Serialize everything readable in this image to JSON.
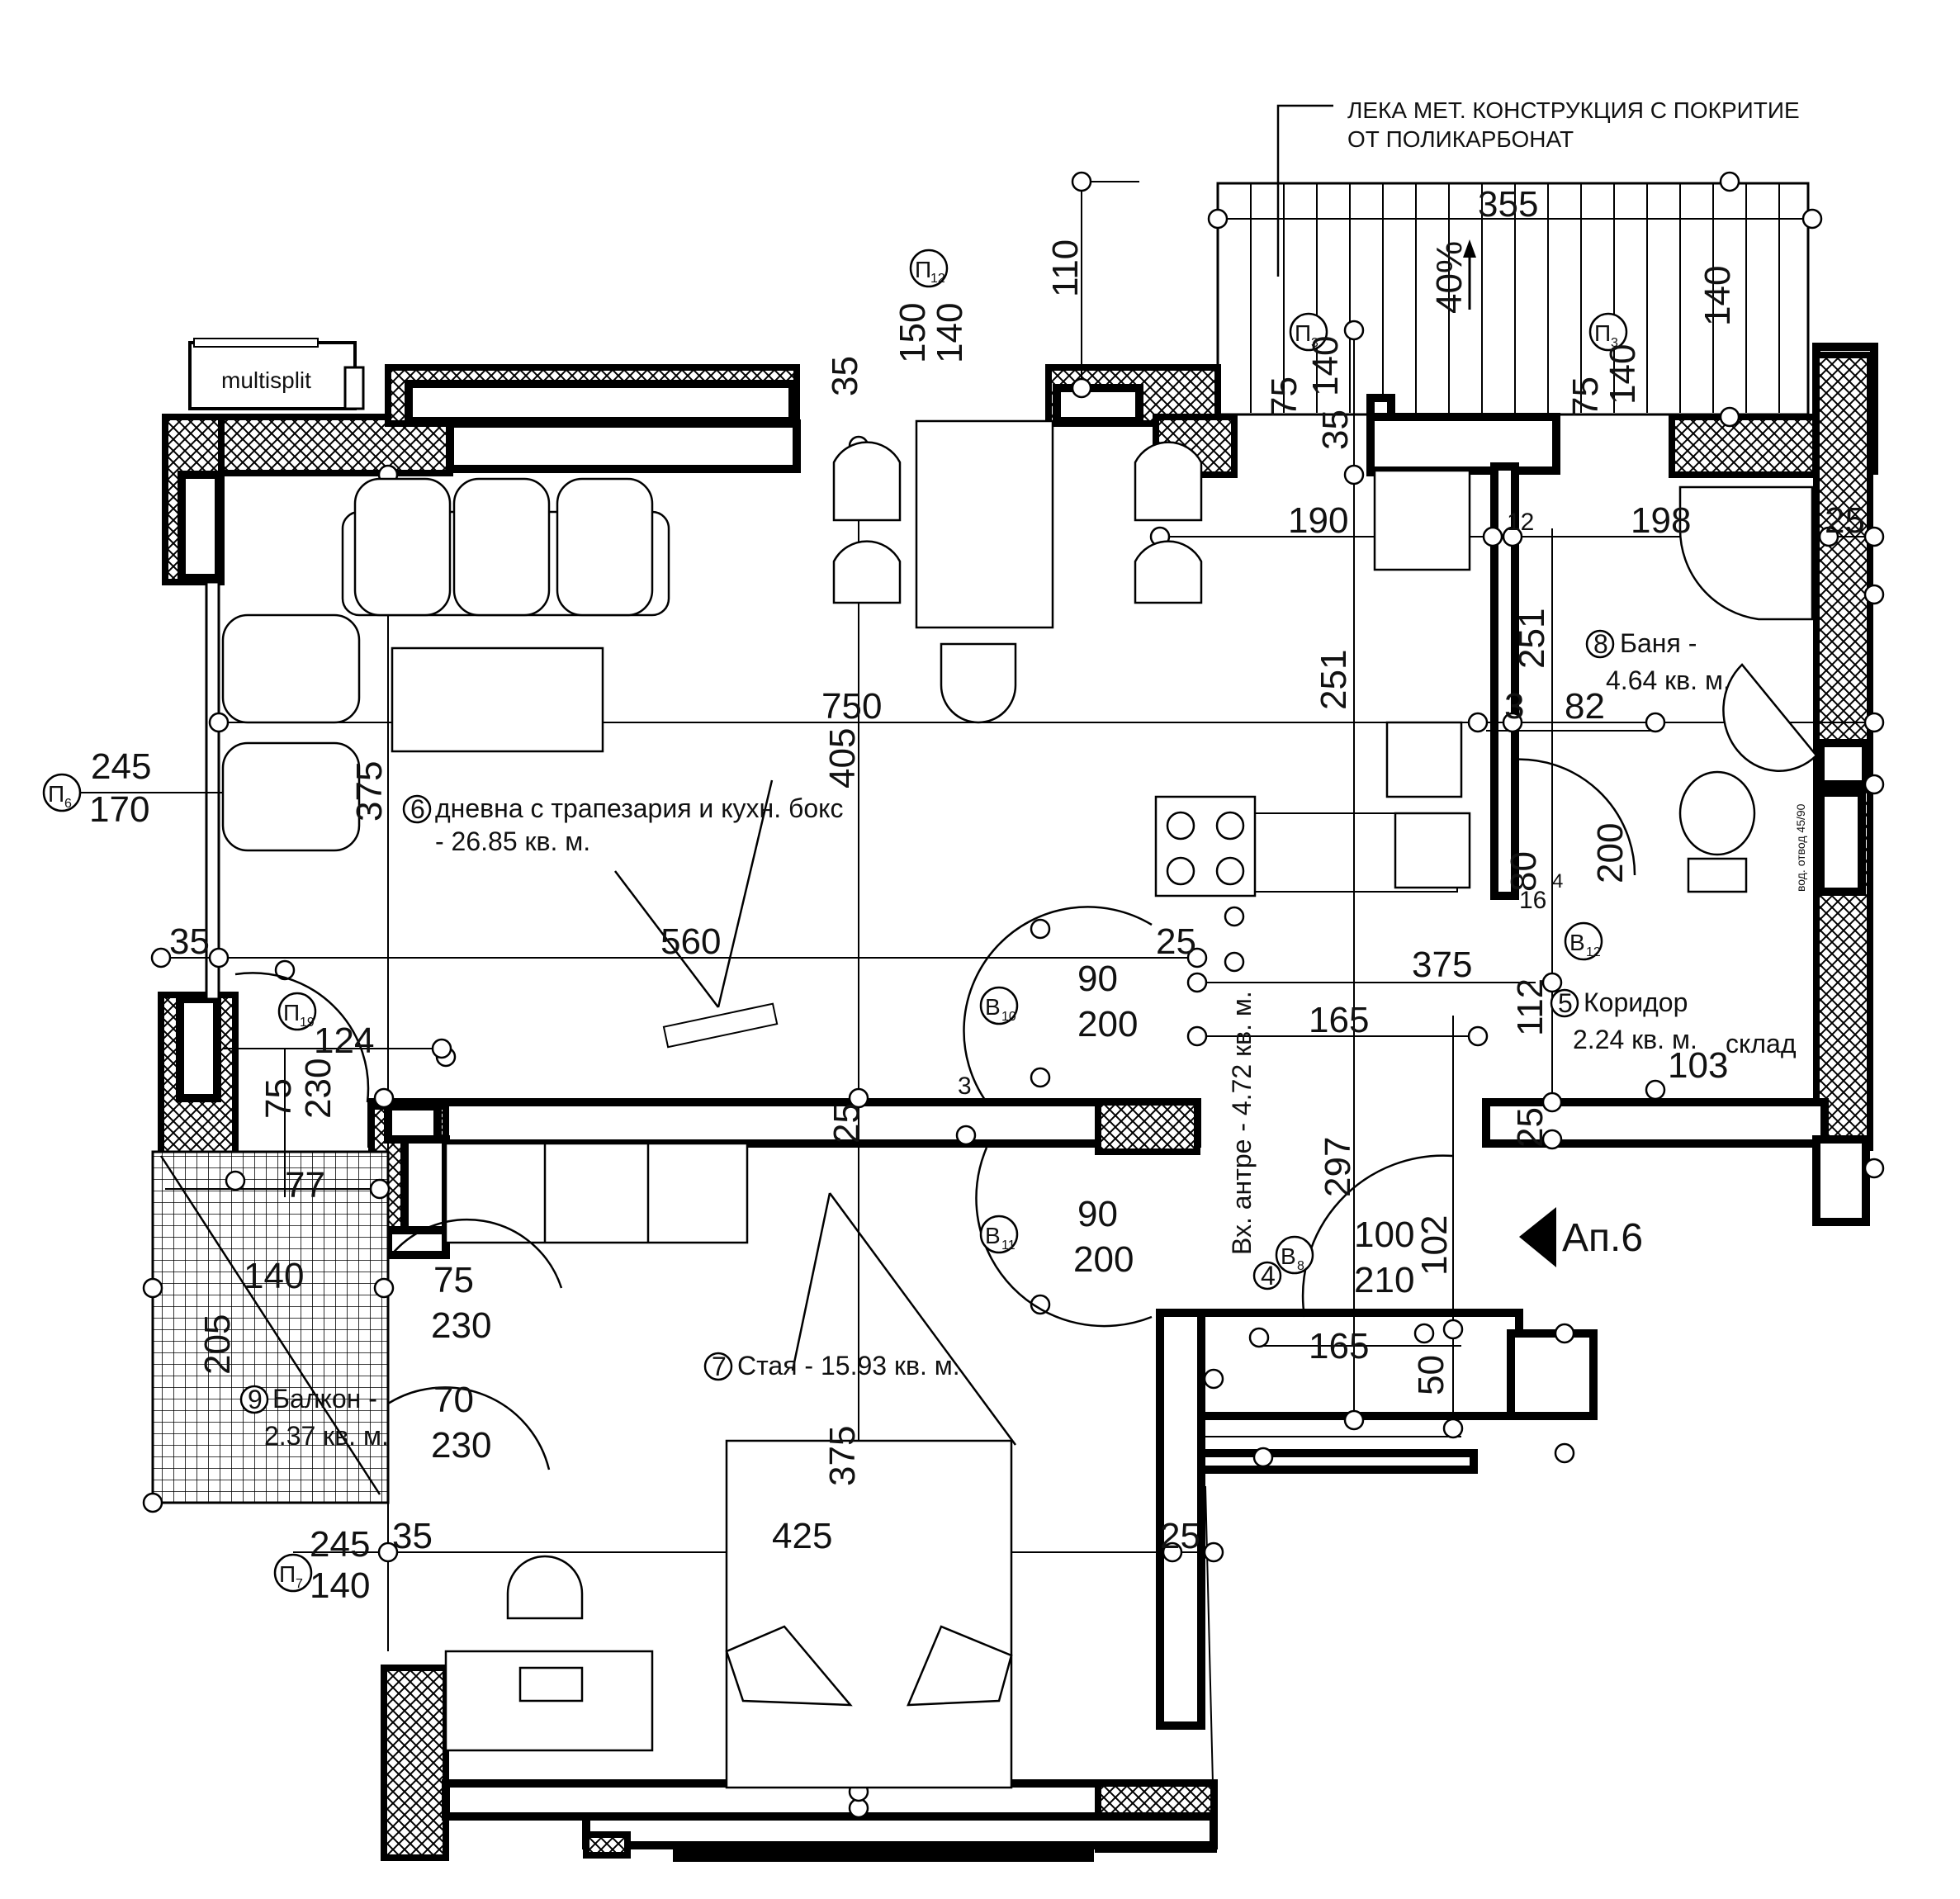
{
  "note": {
    "line1": "ЛЕКА МЕТ. КОНСТРУКЦИЯ С ПОКРИТИЕ",
    "line2": "ОТ ПОЛИКАРБОНАТ"
  },
  "unit_label": "multisplit",
  "apartment_label": "Ап.6",
  "rooms": [
    {
      "id": "4",
      "name": "Вх. антре - 4.72 кв. м."
    },
    {
      "id": "5",
      "name": "Коридор",
      "area": "2.24 кв. м."
    },
    {
      "id": "6",
      "name": "дневна с трапезария и  кухн. бокс",
      "area": "- 26.85 кв. м."
    },
    {
      "id": "7",
      "name": "Стая - 15.93 кв. м."
    },
    {
      "id": "8",
      "name": "Баня -",
      "area": "4.64 кв. м."
    },
    {
      "id": "9",
      "name": "Балкон -",
      "area": "2.37 кв. м."
    }
  ],
  "storage_label": "склад",
  "canopy_slope": "40%",
  "toilet_note": "вод. отвод 45/90",
  "markers": {
    "p12": {
      "letter": "П",
      "sub": "12"
    },
    "p3a": {
      "letter": "П",
      "sub": "3"
    },
    "p3b": {
      "letter": "П",
      "sub": "3"
    },
    "p6": {
      "letter": "П",
      "sub": "6"
    },
    "p19": {
      "letter": "П",
      "sub": "19"
    },
    "p7": {
      "letter": "П",
      "sub": "7"
    },
    "b10": {
      "letter": "В",
      "sub": "10"
    },
    "b11": {
      "letter": "В",
      "sub": "11"
    },
    "b12": {
      "letter": "В",
      "sub": "12"
    },
    "b8": {
      "letter": "В",
      "sub": "8"
    }
  },
  "dims": {
    "d355": "355",
    "d110": "110",
    "d150": "150",
    "d140a": "140",
    "d75a": "75",
    "d140b": "140",
    "d75b": "75",
    "d140c": "140",
    "d140d": "140",
    "d35a": "35",
    "d35b": "35",
    "d190": "190",
    "d12": "12",
    "d198": "198",
    "d25a": "25",
    "d251a": "251",
    "d251b": "251",
    "d750": "750",
    "d3a": "3",
    "d82": "82",
    "d245a": "245",
    "d170": "170",
    "d375a": "375",
    "d405": "405",
    "d80": "80",
    "d200a": "200",
    "d16": "16",
    "d4": "4",
    "d560": "560",
    "d35c": "35",
    "d25b": "25",
    "d375b": "375",
    "d90a": "90",
    "d200b": "200",
    "d112": "112",
    "d165a": "165",
    "d103": "103",
    "d124": "124",
    "d75c": "75",
    "d230a": "230",
    "d3b": "3",
    "d25c": "25",
    "d25d": "25",
    "d77": "77",
    "d90b": "90",
    "d200c": "200",
    "d297": "297",
    "d100": "100",
    "d210": "210",
    "d102": "102",
    "d140e": "140",
    "d205": "205",
    "d75d": "75",
    "d230b": "230",
    "d70": "70",
    "d230c": "230",
    "d165b": "165",
    "d50": "50",
    "d375c": "375",
    "d425": "425",
    "d25e": "25",
    "d245b": "245",
    "d35d": "35",
    "d140f": "140"
  }
}
